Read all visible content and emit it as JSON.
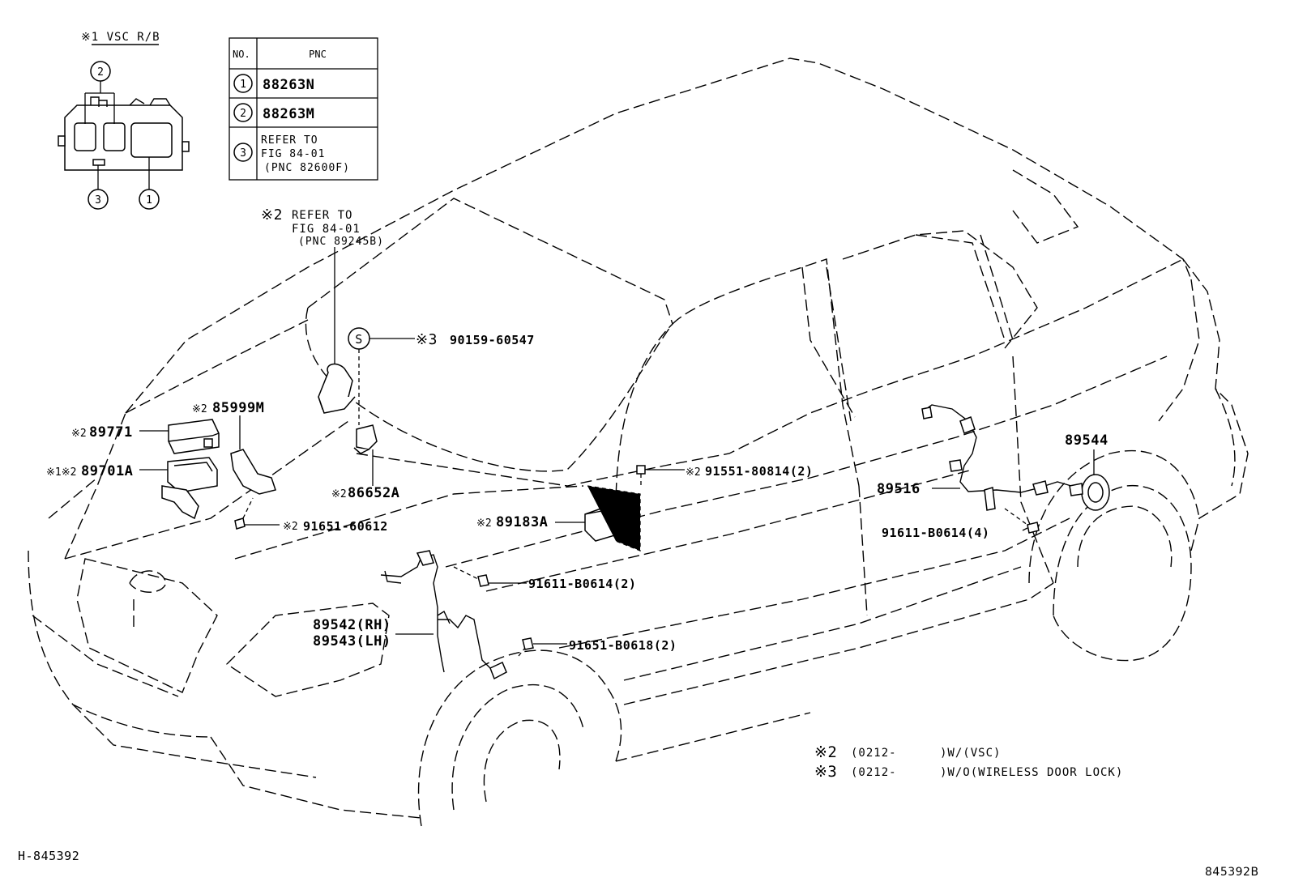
{
  "inset": {
    "title": "※1 VSC R/B",
    "callouts": [
      "2",
      "3",
      "1"
    ]
  },
  "table": {
    "header_no": "NO.",
    "header_pnc": "PNC",
    "rows": [
      {
        "no": "1",
        "pnc": "88263N"
      },
      {
        "no": "2",
        "pnc": "88263M"
      },
      {
        "no": "3",
        "pnc_lines": [
          "REFER TO",
          "FIG 84-01",
          "(PNC 82600F)"
        ]
      }
    ]
  },
  "refer_note": {
    "mark": "※2",
    "lines": [
      "REFER TO",
      "FIG 84-01",
      "(PNC 89245B)"
    ]
  },
  "s_symbol": "S",
  "labels": {
    "p90159": {
      "mark": "※3",
      "code": "90159-60547"
    },
    "p85999": {
      "mark": "※2",
      "code": "85999M"
    },
    "p89771": {
      "mark": "※2",
      "code": "89771"
    },
    "p89701": {
      "mark": "※1※2",
      "code": "89701A"
    },
    "p86652": {
      "mark": "※2",
      "code": "86652A"
    },
    "p91651_60612": {
      "mark": "※2",
      "code": "91651-60612"
    },
    "p91551": {
      "mark": "※2",
      "code": "91551-80814(2)"
    },
    "p89183": {
      "mark": "※2",
      "code": "89183A"
    },
    "p91611_2": {
      "code": "91611-B0614(2)"
    },
    "p89542": {
      "code": "89542(RH)"
    },
    "p89543": {
      "code": "89543(LH)"
    },
    "p91651_b0618": {
      "code": "91651-B0618(2)"
    },
    "p89544": {
      "code": "89544"
    },
    "p89516": {
      "code": "89516"
    },
    "p91611_4": {
      "code": "91611-B0614(4)"
    }
  },
  "footnotes": [
    {
      "mark": "※2",
      "range": "(0212-",
      "cond": ")W/(VSC)"
    },
    {
      "mark": "※3",
      "range": "(0212-",
      "cond": ")W/O(WIRELESS DOOR LOCK)"
    }
  ],
  "figure_id": "H-845392",
  "figure_code": "845392B"
}
